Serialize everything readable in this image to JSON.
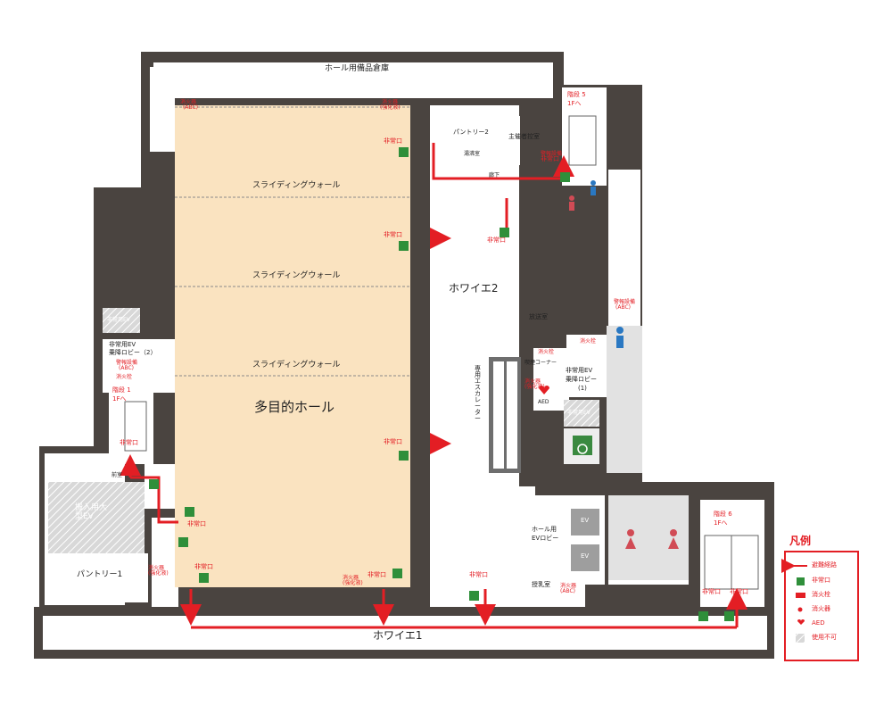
{
  "rooms": {
    "storage": "ホール用備品倉庫",
    "multipurpose_hall": "多目的ホール",
    "foyer1": "ホワイエ1",
    "foyer2": "ホワイエ2",
    "pantry1": "パントリー1",
    "pantry2": "パントリー2",
    "organizer_room": "主催者控室",
    "tea_room": "湯沸室",
    "corridor": "廊下",
    "broadcast_room": "放送室",
    "nursing_room": "授乳室",
    "front_room": "前室",
    "vip_ev": "搬入用大型EV",
    "hall_ev_lobby_1": "ホール用",
    "hall_ev_lobby_2": "EVロビー",
    "escalator": "専用エスカレーター",
    "smoking": "喫煙コーナー",
    "ev_label": "EV",
    "emergency_ev_left_disabled": "非常用EV",
    "emergency_ev_right_disabled": "非常用EV"
  },
  "sliding_walls": [
    "スライディングウォール",
    "スライディングウォール",
    "スライディングウォール"
  ],
  "exits": {
    "emergency_exit": "非常口",
    "stairs5_line1": "階段 5",
    "stairs5_line2": "1Fへ",
    "stairs1_line1": "階段 1",
    "stairs1_line2": "1Fへ",
    "stairs6_line1": "階段 6",
    "stairs6_line2": "1Fへ",
    "ev_lobby2_line1": "非常用EV",
    "ev_lobby2_line2": "乗降ロビー（2）",
    "ev_lobby1_line1": "非常用EV",
    "ev_lobby1_line2": "乗降ロビー",
    "ev_lobby1_line3": "(1)"
  },
  "equipment": {
    "extinguisher_abc": "消火器",
    "extinguisher_abc_sub": "(ABC)",
    "extinguisher_foam": "消火器",
    "extinguisher_foam_sub": "(強化液)",
    "hydrant": "消火栓",
    "aed": "AED",
    "alarm": "警報設備",
    "alarm_sub": "(ABC)"
  },
  "legend": {
    "title": "凡例",
    "route": "避難経路",
    "exit": "非常口",
    "hydrant": "消火栓",
    "extinguisher": "消火器",
    "aed": "AED",
    "unavailable": "使用不可"
  },
  "colors": {
    "wall": "#4a4440",
    "hall": "#fae3c0",
    "floor": "#ffffff",
    "route": "#e31e24",
    "exit_green": "#2f8f3a",
    "toilet_red": "#d14b55",
    "toilet_blue": "#2a78c2",
    "accessible": "#3a8a40",
    "grey_room": "#bfbfbf"
  },
  "icons": [
    "exit-sign-icon",
    "toilet-female-icon",
    "toilet-male-icon",
    "wheelchair-icon",
    "aed-icon"
  ]
}
